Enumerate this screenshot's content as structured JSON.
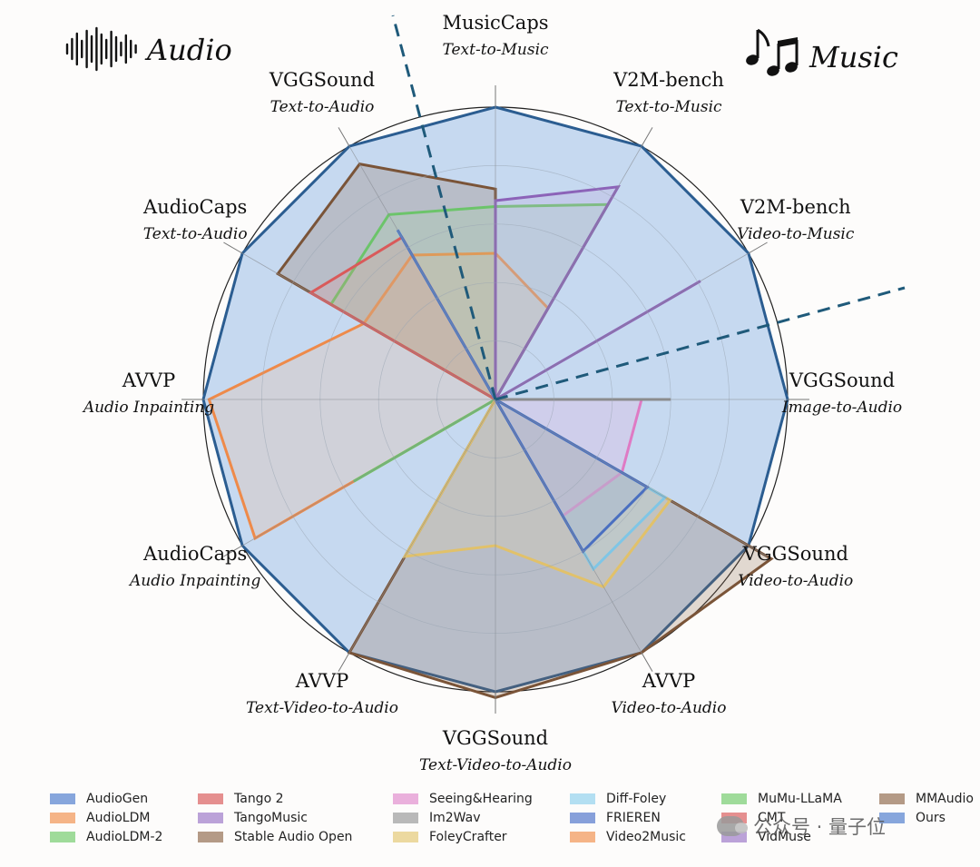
{
  "header": {
    "audio_label": "Audio",
    "music_label": "Music",
    "audio_icon": "waveform-icon",
    "music_icon": "music-notes-icon"
  },
  "chart_data": {
    "type": "radar",
    "rmax": 1.0,
    "rings": [
      0.2,
      0.4,
      0.6,
      0.8,
      1.0
    ],
    "axes": [
      {
        "title": "MusicCaps",
        "sub": "Text-to-Music"
      },
      {
        "title": "V2M-bench",
        "sub": "Text-to-Music"
      },
      {
        "title": "V2M-bench",
        "sub": "Video-to-Music"
      },
      {
        "title": "VGGSound",
        "sub": "Image-to-Audio"
      },
      {
        "title": "VGGSound",
        "sub": "Video-to-Audio"
      },
      {
        "title": "AVVP",
        "sub": "Video-to-Audio"
      },
      {
        "title": "VGGSound",
        "sub": "Text-Video-to-Audio"
      },
      {
        "title": "AVVP",
        "sub": "Text-Video-to-Audio"
      },
      {
        "title": "AudioCaps",
        "sub": "Audio Inpainting"
      },
      {
        "title": "AVVP",
        "sub": "Audio Inpainting"
      },
      {
        "title": "AudioCaps",
        "sub": "Text-to-Audio"
      },
      {
        "title": "VGGSound",
        "sub": "Text-to-Audio"
      }
    ],
    "series": [
      {
        "name": "Ours",
        "color": "#2b5d91",
        "fill": "#8fb6e6",
        "fill_opacity": 0.5,
        "values": [
          1.0,
          1.0,
          1.0,
          1.0,
          1.0,
          1.0,
          1.0,
          1.0,
          1.0,
          1.0,
          1.0,
          1.0
        ]
      },
      {
        "name": "MMAudio",
        "color": "#7a5438",
        "fill": "#8f6a4f",
        "fill_opacity": 0.25,
        "values": [
          0.72,
          0.0,
          0.0,
          0.0,
          1.09,
          1.0,
          1.02,
          1.0,
          0.0,
          0.0,
          0.86,
          0.93
        ]
      },
      {
        "name": "AudioLDM",
        "color": "#ee8a4a",
        "fill": "#f5b487",
        "fill_opacity": 0.22,
        "values": [
          0.5,
          0.36,
          0.0,
          0.0,
          0.0,
          0.0,
          0.0,
          0.0,
          0.95,
          0.98,
          0.52,
          0.57
        ]
      },
      {
        "name": "AudioLDM-2",
        "color": "#6cc46a",
        "fill": "#9fdb9a",
        "fill_opacity": 0.2,
        "values": [
          0.66,
          0.0,
          0.0,
          0.0,
          0.0,
          0.0,
          0.0,
          0.0,
          0.56,
          0.0,
          0.65,
          0.73
        ]
      },
      {
        "name": "MuMu-LLaMA",
        "color": "#6cc46a",
        "fill": "#9fdb9a",
        "fill_opacity": 0.2,
        "values": [
          0.66,
          0.77,
          0.0,
          0.0,
          0.0,
          0.0,
          0.0,
          0.0,
          0.0,
          0.0,
          0.0,
          0.0
        ]
      },
      {
        "name": "TangoMusic",
        "color": "#8c63b8",
        "fill": "#bba2d8",
        "fill_opacity": 0.25,
        "values": [
          0.68,
          0.84,
          0.0,
          0.0,
          0.0,
          0.0,
          0.0,
          0.0,
          0.0,
          0.0,
          0.0,
          0.0
        ]
      },
      {
        "name": "VidMuse",
        "color": "#8c63b8",
        "fill": "#bba2d8",
        "fill_opacity": 0.2,
        "values": [
          0.0,
          0.0,
          0.81,
          0.0,
          0.0,
          0.0,
          0.0,
          0.0,
          0.0,
          0.0,
          0.0,
          0.0
        ]
      },
      {
        "name": "Tango 2",
        "color": "#d95a5a",
        "fill": "#e58f8f",
        "fill_opacity": 0.2,
        "values": [
          0.0,
          0.0,
          0.0,
          0.0,
          0.0,
          0.0,
          0.0,
          0.0,
          0.0,
          0.0,
          0.73,
          0.64
        ]
      },
      {
        "name": "AudioGen",
        "color": "#4a78c8",
        "fill": "#87a6dc",
        "fill_opacity": 0.2,
        "values": [
          0.0,
          0.0,
          0.0,
          0.0,
          0.0,
          0.0,
          0.0,
          0.0,
          0.0,
          0.0,
          0.0,
          0.67
        ]
      },
      {
        "name": "Seeing&Hearing",
        "color": "#df7ac4",
        "fill": "#eab0dc",
        "fill_opacity": 0.25,
        "values": [
          0.0,
          0.0,
          0.0,
          0.5,
          0.5,
          0.46,
          0.0,
          0.0,
          0.0,
          0.0,
          0.0,
          0.0
        ]
      },
      {
        "name": "Im2Wav",
        "color": "#8c8c8c",
        "fill": "#aaaaaa",
        "fill_opacity": 0.2,
        "values": [
          0.0,
          0.0,
          0.0,
          0.6,
          0.0,
          0.0,
          0.0,
          0.0,
          0.0,
          0.0,
          0.0,
          0.0
        ]
      },
      {
        "name": "FoleyCrafter",
        "color": "#e1c16a",
        "fill": "#ecd9a0",
        "fill_opacity": 0.2,
        "values": [
          0.0,
          0.0,
          0.0,
          0.0,
          0.69,
          0.74,
          0.5,
          0.62,
          0.0,
          0.0,
          0.0,
          0.0
        ]
      },
      {
        "name": "Diff-Foley",
        "color": "#7fc6e6",
        "fill": "#b3dff2",
        "fill_opacity": 0.2,
        "values": [
          0.0,
          0.0,
          0.0,
          0.0,
          0.67,
          0.67,
          0.0,
          0.0,
          0.0,
          0.0,
          0.0,
          0.0
        ]
      },
      {
        "name": "FRIEREN",
        "color": "#4a6fc0",
        "fill": "#87a0da",
        "fill_opacity": 0.2,
        "values": [
          0.0,
          0.0,
          0.0,
          0.0,
          0.6,
          0.6,
          0.0,
          0.0,
          0.0,
          0.0,
          0.0,
          0.0
        ]
      }
    ],
    "legend": [
      {
        "label": "AudioGen",
        "color": "#87a6dc"
      },
      {
        "label": "AudioLDM",
        "color": "#f5b487"
      },
      {
        "label": "AudioLDM-2",
        "color": "#9fdb9a"
      },
      {
        "label": "Tango 2",
        "color": "#e58f8f"
      },
      {
        "label": "TangoMusic",
        "color": "#bba2d8"
      },
      {
        "label": "Stable Audio Open",
        "color": "#b49a86"
      },
      {
        "label": "Seeing&Hearing",
        "color": "#eab0dc"
      },
      {
        "label": "Im2Wav",
        "color": "#b9b9b9"
      },
      {
        "label": "FoleyCrafter",
        "color": "#ecd9a0"
      },
      {
        "label": "Diff-Foley",
        "color": "#b3dff2"
      },
      {
        "label": "FRIEREN",
        "color": "#87a0da"
      },
      {
        "label": "Video2Music",
        "color": "#f5b487"
      },
      {
        "label": "MuMu-LLaMA",
        "color": "#9fdb9a"
      },
      {
        "label": "CMT",
        "color": "#e58f8f"
      },
      {
        "label": "VidMuse",
        "color": "#bba2d8"
      },
      {
        "label": "MMAudio",
        "color": "#b49a86"
      },
      {
        "label": "Ours",
        "color": "#87a6dc"
      }
    ]
  },
  "watermark": {
    "text": "公众号 · 量子位"
  }
}
